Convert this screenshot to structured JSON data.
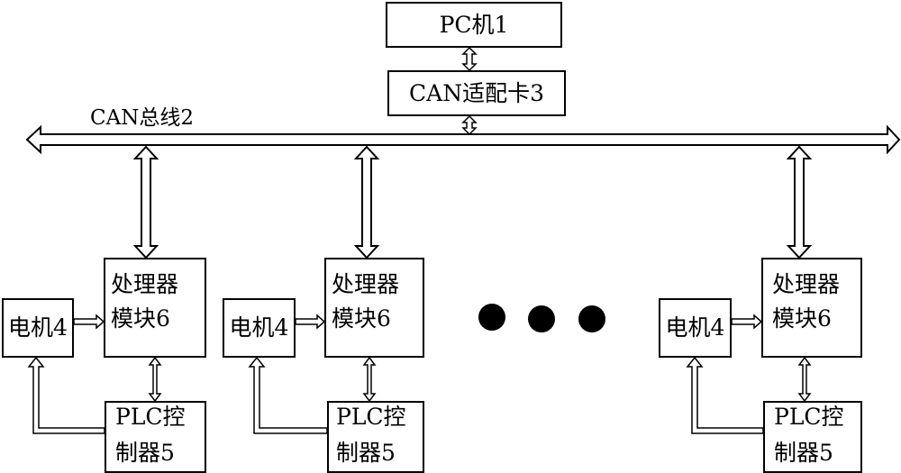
{
  "diagram": {
    "pc": {
      "label": "PC机1"
    },
    "adapter": {
      "label": "CAN适配卡3"
    },
    "bus": {
      "label": "CAN总线2"
    },
    "groups": [
      {
        "motor": "电机4",
        "processor_line1": "处理器",
        "processor_line2": "模块6",
        "plc_line1": "PLC控",
        "plc_line2": "制器5"
      },
      {
        "motor": "电机4",
        "processor_line1": "处理器",
        "processor_line2": "模块6",
        "plc_line1": "PLC控",
        "plc_line2": "制器5"
      },
      {
        "motor": "电机4",
        "processor_line1": "处理器",
        "processor_line2": "模块6",
        "plc_line1": "PLC控",
        "plc_line2": "制器5"
      }
    ],
    "ellipsis": "more nodes",
    "colors": {
      "line": "#000000",
      "background": "#ffffff"
    }
  }
}
